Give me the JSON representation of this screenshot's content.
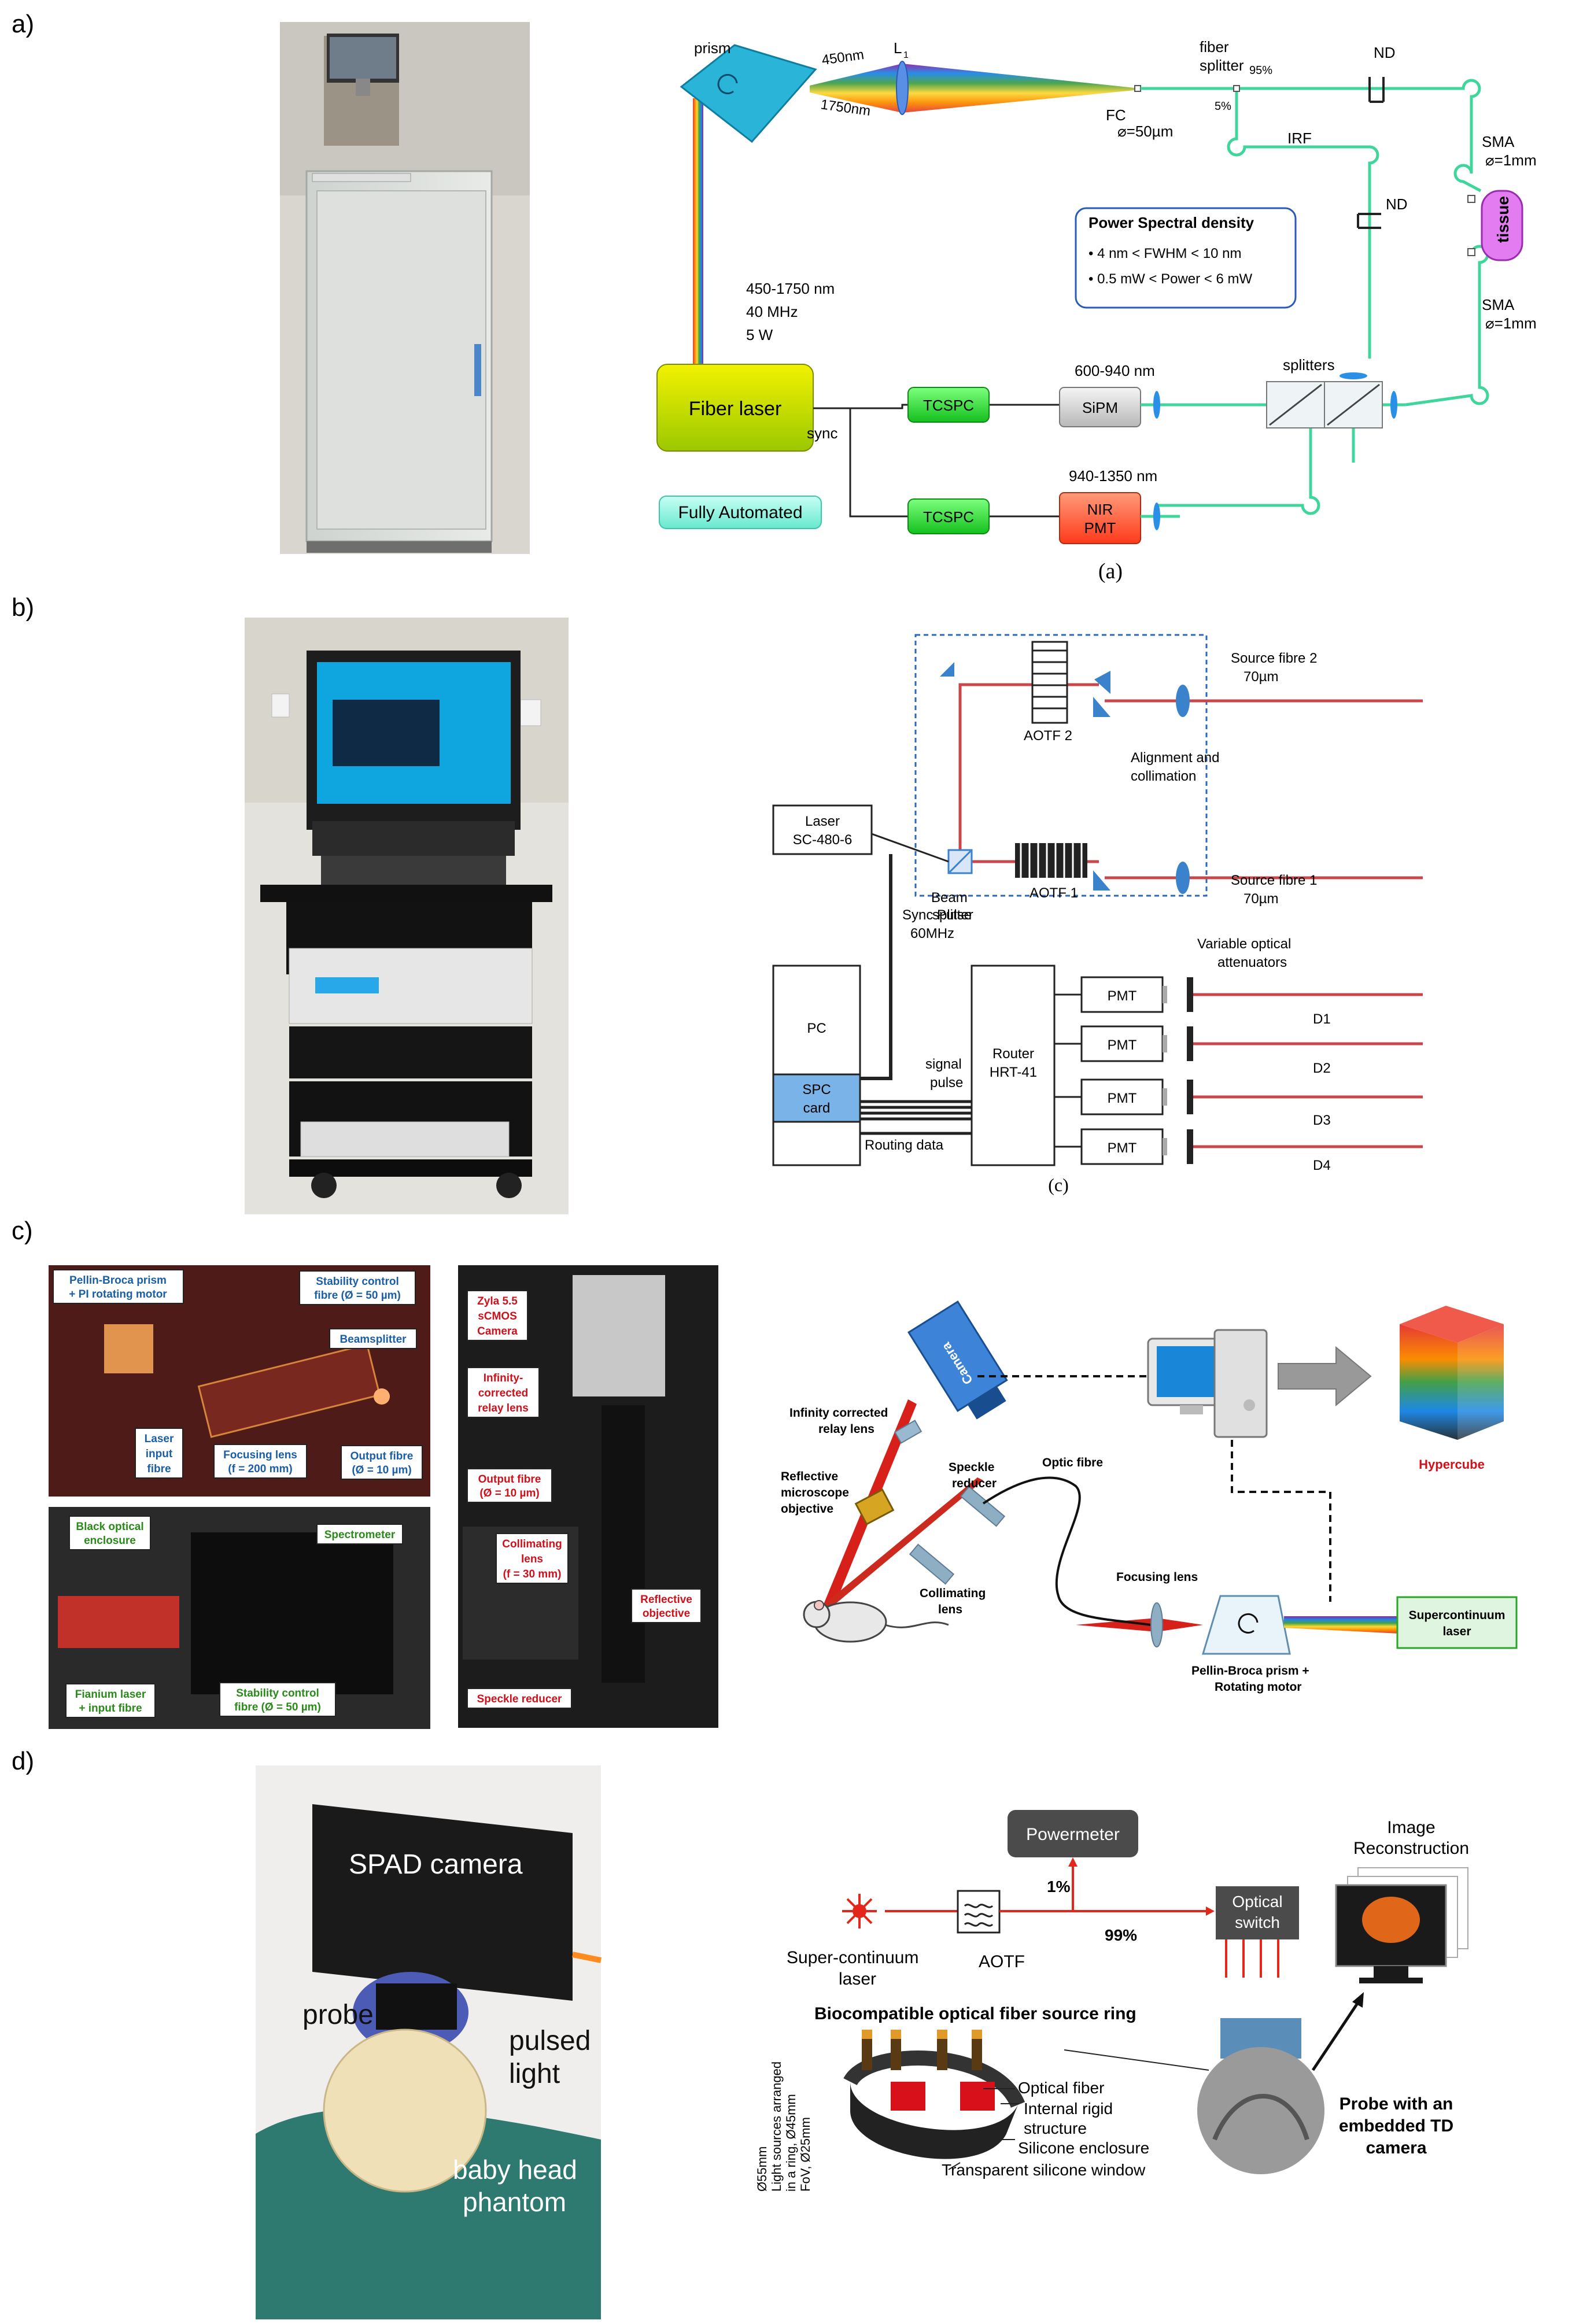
{
  "panels": {
    "a": "a)",
    "b": "b)",
    "c": "c)",
    "d": "d)"
  },
  "a": {
    "prism": "prism",
    "l1": "L",
    "l1_sub": "1",
    "nm450": "450nm",
    "nm1750": "1750nm",
    "fc": "FC",
    "fc_d": "⌀=50µm",
    "fiber_splitter_1": "fiber",
    "fiber_splitter_2": "splitter",
    "p95": "95%",
    "p5": "5%",
    "nd_top": "ND",
    "irf": "IRF",
    "nd_mid": "ND",
    "sma1": "SMA",
    "sma1_d": "⌀=1mm",
    "tissue": "tissue",
    "sma2": "SMA",
    "sma2_d": "⌀=1mm",
    "psd_title": "Power Spectral density",
    "psd_1": "• 4 nm < FWHM < 10 nm",
    "psd_2": "• 0.5 mW < Power < 6 mW",
    "laser_spec_1": "450-1750 nm",
    "laser_spec_2": "40 MHz",
    "laser_spec_3": "5 W",
    "fiber_laser": "Fiber laser",
    "sync": "sync",
    "tcspc1": "TCSPC",
    "tcspc2": "TCSPC",
    "range1": "600-940 nm",
    "sipm": "SiPM",
    "splitters": "splitters",
    "range2": "940-1350 nm",
    "nir1": "NIR",
    "nir2": "PMT",
    "fully": "Fully Automated",
    "caption": "(a)"
  },
  "b": {
    "source2_1": "Source fibre 2",
    "source2_2": "70µm",
    "aotf2": "AOTF 2",
    "align_1": "Alignment and",
    "align_2": "collimation",
    "laser_1": "Laser",
    "laser_2": "SC-480-6",
    "beam_1": "Beam",
    "beam_2": "splitter",
    "aotf1": "AOTF 1",
    "source1_1": "Source fibre 1",
    "source1_2": "70µm",
    "sync_1": "Sync Pulse",
    "sync_2": "60MHz",
    "vatt_1": "Variable optical",
    "vatt_2": "attenuators",
    "pc": "PC",
    "spc_1": "SPC",
    "spc_2": "card",
    "signal_1": "signal",
    "signal_2": "pulse",
    "router_1": "Router",
    "router_2": "HRT-41",
    "routing": "Routing  data",
    "pmt": [
      "PMT",
      "PMT",
      "PMT",
      "PMT"
    ],
    "det": [
      "D1",
      "D2",
      "D3",
      "D4"
    ],
    "caption": "(c)"
  },
  "c": {
    "photo1": {
      "pellin_1": "Pellin-Broca prism",
      "pellin_2": "+ PI rotating motor",
      "stab_1": "Stability control",
      "stab_2": "fibre (Ø = 50 µm)",
      "beamsplitter": "Beamsplitter",
      "laser_1": "Laser",
      "laser_2": "input",
      "laser_3": "fibre",
      "focus_1": "Focusing lens",
      "focus_2": "(f = 200 mm)",
      "out_1": "Output fibre",
      "out_2": "(Ø = 10 µm)"
    },
    "photo2": {
      "black_1": "Black optical",
      "black_2": "enclosure",
      "spectrometer": "Spectrometer",
      "fianium_1": "Fianium laser",
      "fianium_2": "+ input fibre",
      "stab_1": "Stability control",
      "stab_2": "fibre (Ø = 50 µm)"
    },
    "photo3": {
      "zyla_1": "Zyla 5.5",
      "zyla_2": "sCMOS",
      "zyla_3": "Camera",
      "inf_1": "Infinity-",
      "inf_2": "corrected",
      "inf_3": "relay lens",
      "out_1": "Output fibre",
      "out_2": "(Ø = 10 µm)",
      "coll_1": "Collimating",
      "coll_2": "lens",
      "coll_3": "(f = 30 mm)",
      "refl_1": "Reflective",
      "refl_2": "objective",
      "speckle": "Speckle reducer"
    },
    "diag": {
      "camera": "Camera",
      "inf_1": "Infinity corrected",
      "inf_2": "relay lens",
      "refl_1": "Reflective",
      "refl_2": "microscope",
      "refl_3": "objective",
      "speck_1": "Speckle",
      "speck_2": "reducer",
      "optic": "Optic fibre",
      "coll_1": "Collimating",
      "coll_2": "lens",
      "focus": "Focusing lens",
      "pb_1": "Pellin-Broca prism +",
      "pb_2": "Rotating motor",
      "super_1": "Supercontinuum",
      "super_2": "laser",
      "hyper": "Hypercube"
    }
  },
  "d": {
    "photo": {
      "spad": "SPAD camera",
      "probe": "probe",
      "pulsed_1": "pulsed",
      "pulsed_2": "light",
      "baby_1": "baby head",
      "baby_2": "phantom"
    },
    "diag": {
      "powermeter": "Powermeter",
      "p1": "1%",
      "p99": "99%",
      "sc_1": "Super-continuum",
      "sc_2": "laser",
      "aotf": "AOTF",
      "switch_1": "Optical",
      "switch_2": "switch",
      "image_1": "Image",
      "image_2": "Reconstruction",
      "ring": "Biocompatible optical fiber source ring",
      "v1": "Ø55mm",
      "v2": "Light sources arranged",
      "v3": "in a ring, Ø45mm",
      "v4": "FoV, Ø25mm",
      "optfib": "Optical fiber",
      "internal_1": "Internal rigid",
      "internal_2": "structure",
      "silicone": "Silicone enclosure",
      "window": "Transparent silicone window",
      "probe_1": "Probe with an",
      "probe_2": "embedded TD",
      "probe_3": "camera"
    }
  },
  "colors": {
    "green_box": "#2ecc40",
    "laser_box": "#d8e800",
    "red_path": "#c9474a",
    "fiber_green": "#3fd69b",
    "label_blue": "#1a5ea8",
    "label_red": "#d0101a"
  }
}
